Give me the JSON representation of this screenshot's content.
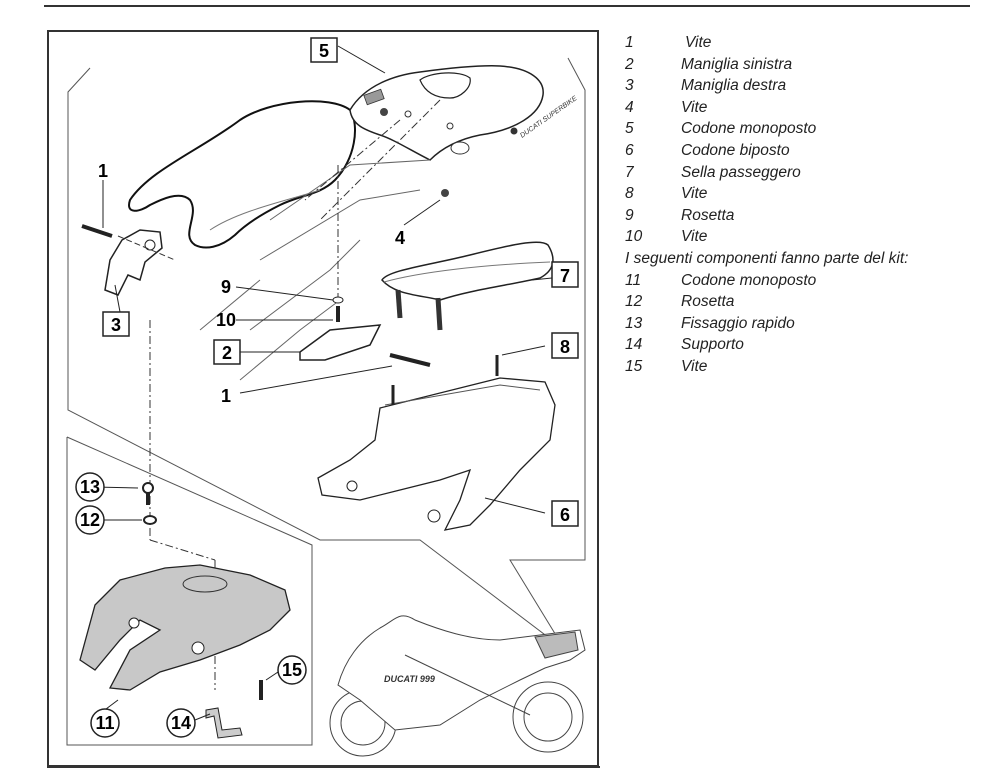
{
  "diagram": {
    "callouts": {
      "c1a": "1",
      "c1b": "1",
      "c2": "2",
      "c3": "3",
      "c4": "4",
      "c5": "5",
      "c6": "6",
      "c7": "7",
      "c8": "8",
      "c9": "9",
      "c10": "10",
      "c11": "11",
      "c12": "12",
      "c13": "13",
      "c14": "14",
      "c15": "15"
    },
    "branding": {
      "tail_text": "DUCATI SUPERBIKE",
      "fairing_text": "DUCATI 999"
    }
  },
  "legend": {
    "items": [
      {
        "num": "1",
        "label": "Vite"
      },
      {
        "num": "2",
        "label": "Maniglia sinistra"
      },
      {
        "num": "3",
        "label": "Maniglia destra"
      },
      {
        "num": "4",
        "label": "Vite"
      },
      {
        "num": "5",
        "label": "Codone monoposto"
      },
      {
        "num": "6",
        "label": "Codone biposto"
      },
      {
        "num": "7",
        "label": "Sella passeggero"
      },
      {
        "num": "8",
        "label": "Vite"
      },
      {
        "num": "9",
        "label": "Rosetta"
      },
      {
        "num": "10",
        "label": "Vite"
      }
    ],
    "kit_note": "I seguenti componenti fanno parte del kit:",
    "kit_items": [
      {
        "num": "11",
        "label": "Codone monoposto"
      },
      {
        "num": "12",
        "label": "Rosetta"
      },
      {
        "num": "13",
        "label": "Fissaggio rapido"
      },
      {
        "num": "14",
        "label": "Supporto"
      },
      {
        "num": "15",
        "label": "Vite"
      }
    ]
  }
}
